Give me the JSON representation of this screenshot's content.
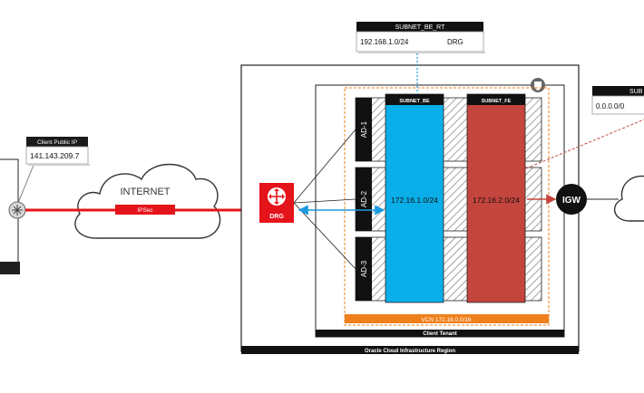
{
  "client_public_ip": {
    "header": "Client Public IP",
    "value": "141.143.209.7"
  },
  "internet": {
    "label": "INTERNET",
    "ipsec_label": "IPSec"
  },
  "drg": {
    "label": "DRG"
  },
  "subnet_be_rt": {
    "header": "SUBNET_BE_RT",
    "cidr": "192.168.1.0/24",
    "target": "DRG"
  },
  "subnet_fe_rt": {
    "header": "SUB",
    "cidr": "0.0.0.0/0"
  },
  "availability_domains": [
    "AD-1",
    "AD-2",
    "AD-3"
  ],
  "subnets": [
    {
      "name": "SUBNET_BE",
      "cidr": "172.16.1.0/24",
      "color": "#0aaee8"
    },
    {
      "name": "SUBNET_FE",
      "cidr": "172.16.2.0/24",
      "color": "#c4453d"
    }
  ],
  "vcn": {
    "label": "VCN 172.16.0.0/16",
    "color": "#ef7f1a"
  },
  "client_tenant": {
    "label": "Client Tenant"
  },
  "region": {
    "label": "Oracle Cloud Infrastructure Region"
  },
  "igw": {
    "label": "IGW"
  },
  "colors": {
    "ipsec_line": "#e5141b",
    "drg_icon": "#e5141b",
    "drg_link": "#1a9be0",
    "route_dots": "#1a9be0",
    "fe_route_dash": "#c4453d"
  }
}
